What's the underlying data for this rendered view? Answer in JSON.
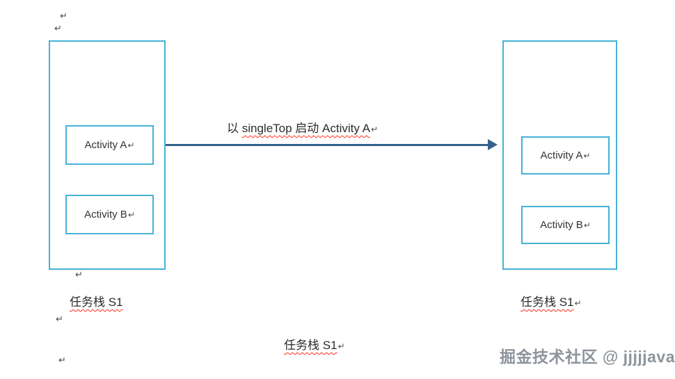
{
  "colors": {
    "stack-border": "#45b2d6",
    "arrow-color": "#36618e",
    "squiggle": "#ff2a1a",
    "watermark": "#8d949c",
    "text": "#2b2b2b",
    "mark": "#4a4a4a"
  },
  "marks": {
    "pilcrow": "↵"
  },
  "left_stack": {
    "activity_a": "Activity A",
    "activity_b": "Activity B",
    "label": "任务栈 S1"
  },
  "right_stack": {
    "activity_a": "Activity A",
    "activity_b": "Activity B",
    "label": "任务栈 S1"
  },
  "arrow": {
    "label_prefix": "以 ",
    "label_flagged": "singleTop 启动",
    "label_suffix": " Activity A"
  },
  "center_label": {
    "text": "任务栈 S1"
  },
  "watermark": "掘金技术社区 @ jjjjjava"
}
